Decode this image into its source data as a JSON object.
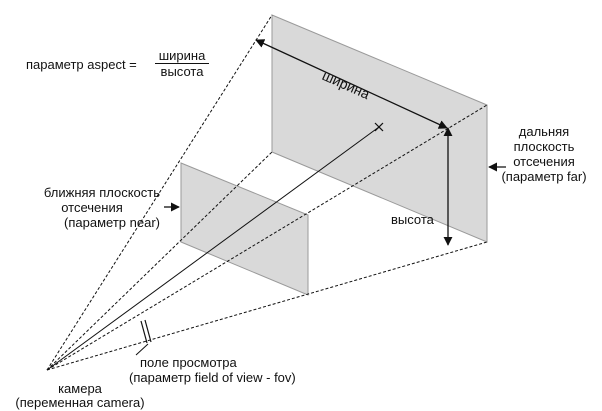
{
  "colors": {
    "plane_fill": "#d9d9d9",
    "plane_stroke": "#9a9a9a",
    "line_color": "#111111",
    "background": "#ffffff"
  },
  "labels": {
    "aspect_prefix": "параметр aspect =",
    "aspect_numerator": "ширина",
    "aspect_denominator": "высота",
    "width_on_plane": "ширина",
    "height_label": "высота",
    "far_plane": {
      "line1": "дальняя",
      "line2": "плоскость",
      "line3": "отсечения",
      "line4": "(параметр far)"
    },
    "near_plane": {
      "line1": "ближняя плоскость",
      "line2": "отсечения",
      "line3": "(параметр near)"
    },
    "fov": {
      "line1": "поле просмотра",
      "line2": "(параметр  field of view - fov)"
    },
    "camera": {
      "line1": "камера",
      "line2": "(переменная camera)"
    }
  }
}
